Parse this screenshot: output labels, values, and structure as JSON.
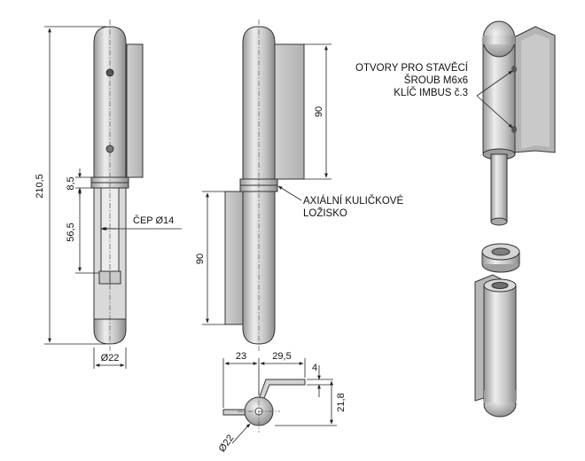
{
  "dimensions": {
    "total_height": "210,5",
    "upper_gap": "8,5",
    "pin_length": "56,5",
    "pin_dia": "ČEP Ø14",
    "body_dia": "Ø22",
    "leaf_height_top": "90",
    "leaf_height_bottom": "90",
    "plan_width_1": "23",
    "plan_width_2": "29,5",
    "plan_thickness": "4",
    "plan_height": "21,8",
    "plan_dia": "Ø22"
  },
  "notes": {
    "bearing_line1": "AXIÁLNÍ KULIČKOVÉ",
    "bearing_line2": "LOŽISKO",
    "holes_line1": "OTVORY PRO STAVĚCÍ",
    "holes_line2": "ŠROUB M6x6",
    "holes_line3": "KLÍČ IMBUS č.3"
  },
  "colors": {
    "metal_light": "#e6e6e6",
    "metal_mid": "#b5b5b5",
    "metal_dark": "#8a8a8a",
    "outline": "#333333"
  }
}
